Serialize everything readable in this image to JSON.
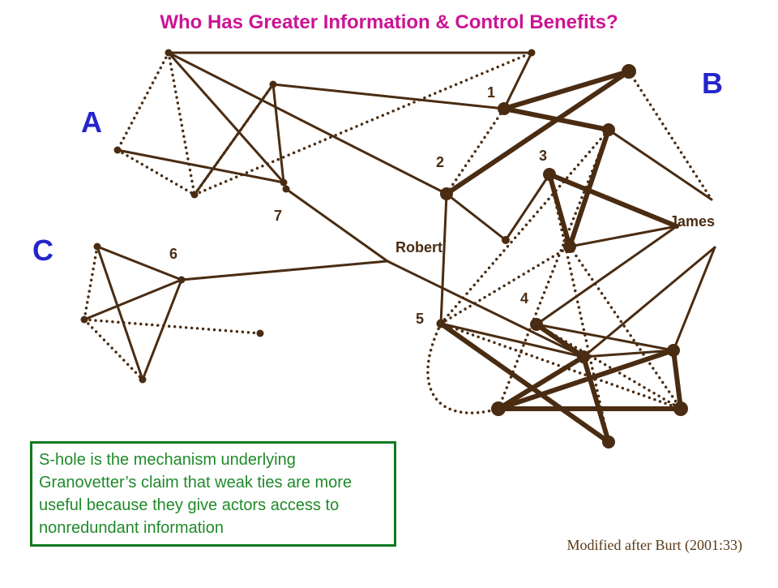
{
  "title": "Who Has Greater Information & Control Benefits?",
  "groups": {
    "a": "A",
    "b": "B",
    "c": "C"
  },
  "node_labels": {
    "n1": "1",
    "n2": "2",
    "n3": "3",
    "n4": "4",
    "n5": "5",
    "n6": "6",
    "n7": "7",
    "robert": "Robert",
    "james": "James"
  },
  "note": "S-hole is the mechanism underlying Granovetter’s claim that weak ties are more useful because they give actors access to nonredundant information",
  "credit": "Modified after Burt (2001:33)",
  "colors": {
    "edge": "#4a2c12",
    "title": "#cc1493",
    "group_label": "#2525cc",
    "note": "#1f8a2a"
  }
}
